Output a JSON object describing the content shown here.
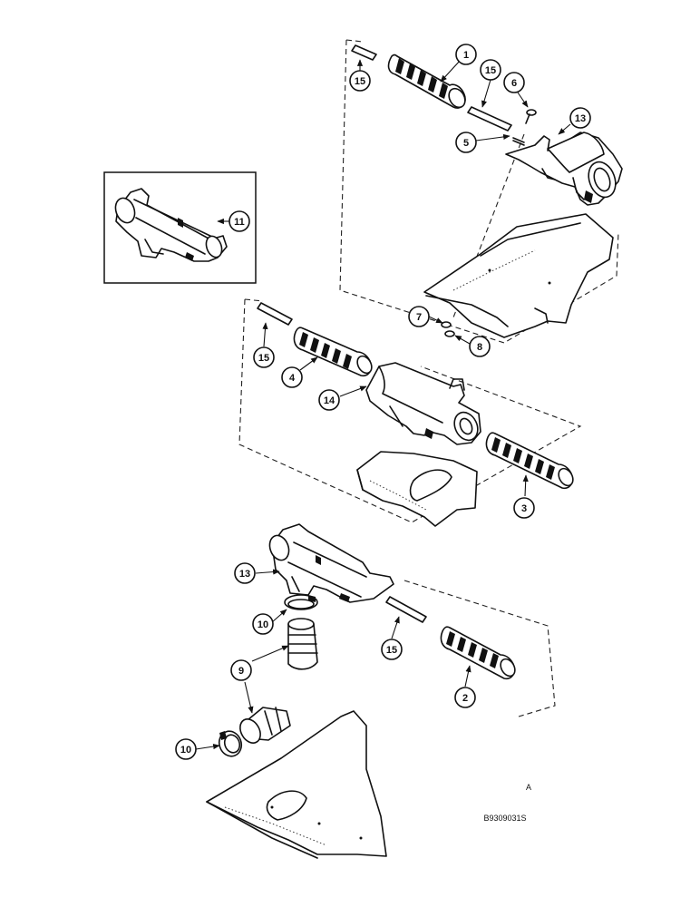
{
  "callouts": {
    "c1": "1",
    "c2": "2",
    "c3": "3",
    "c4": "4",
    "c5": "5",
    "c6": "6",
    "c7": "7",
    "c8": "8",
    "c9": "9",
    "c10a": "10",
    "c10b": "10",
    "c11": "11",
    "c13a": "13",
    "c13b": "13",
    "c14": "14",
    "c15a": "15",
    "c15b": "15",
    "c15c": "15",
    "c15d": "15"
  },
  "view_letter": "A",
  "figure_code": "B9309031S"
}
